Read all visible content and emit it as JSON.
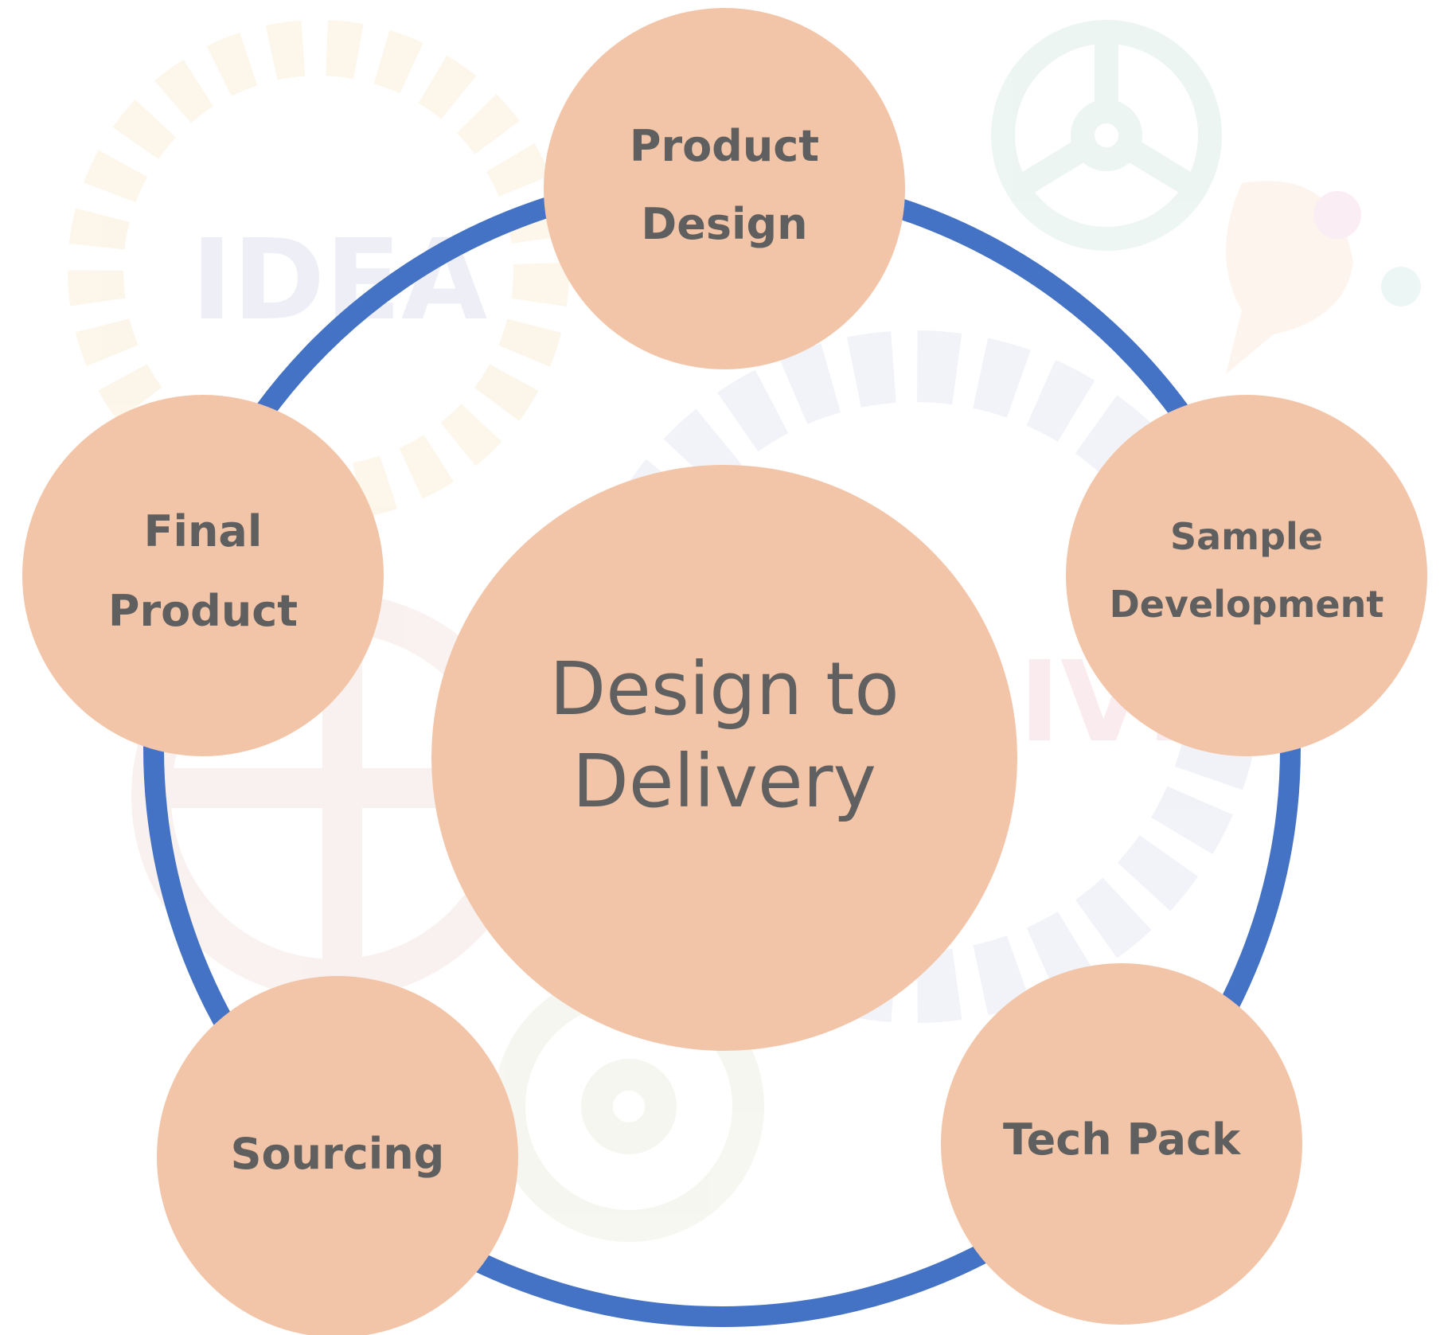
{
  "colors": {
    "ring": "#4472c4",
    "node_fill": "#f3c5a8",
    "text": "#5f5f5f",
    "background": "#ffffff"
  },
  "background": {
    "watermark_words": [
      "IDEA",
      "IVE"
    ],
    "icons": [
      "gear-icon",
      "gear-icon",
      "gear-icon",
      "gear-icon",
      "lightbulb-icon",
      "speech-bubble-icon"
    ]
  },
  "center": {
    "line1": "Design to",
    "line2": "Delivery"
  },
  "nodes": [
    {
      "id": "product-design",
      "lines": [
        "Product",
        "Design"
      ]
    },
    {
      "id": "sample-development",
      "lines": [
        "Sample",
        "Development"
      ]
    },
    {
      "id": "tech-pack",
      "lines": [
        "Tech Pack"
      ]
    },
    {
      "id": "sourcing",
      "lines": [
        "Sourcing"
      ]
    },
    {
      "id": "final-product",
      "lines": [
        "Final",
        "Product"
      ]
    }
  ]
}
